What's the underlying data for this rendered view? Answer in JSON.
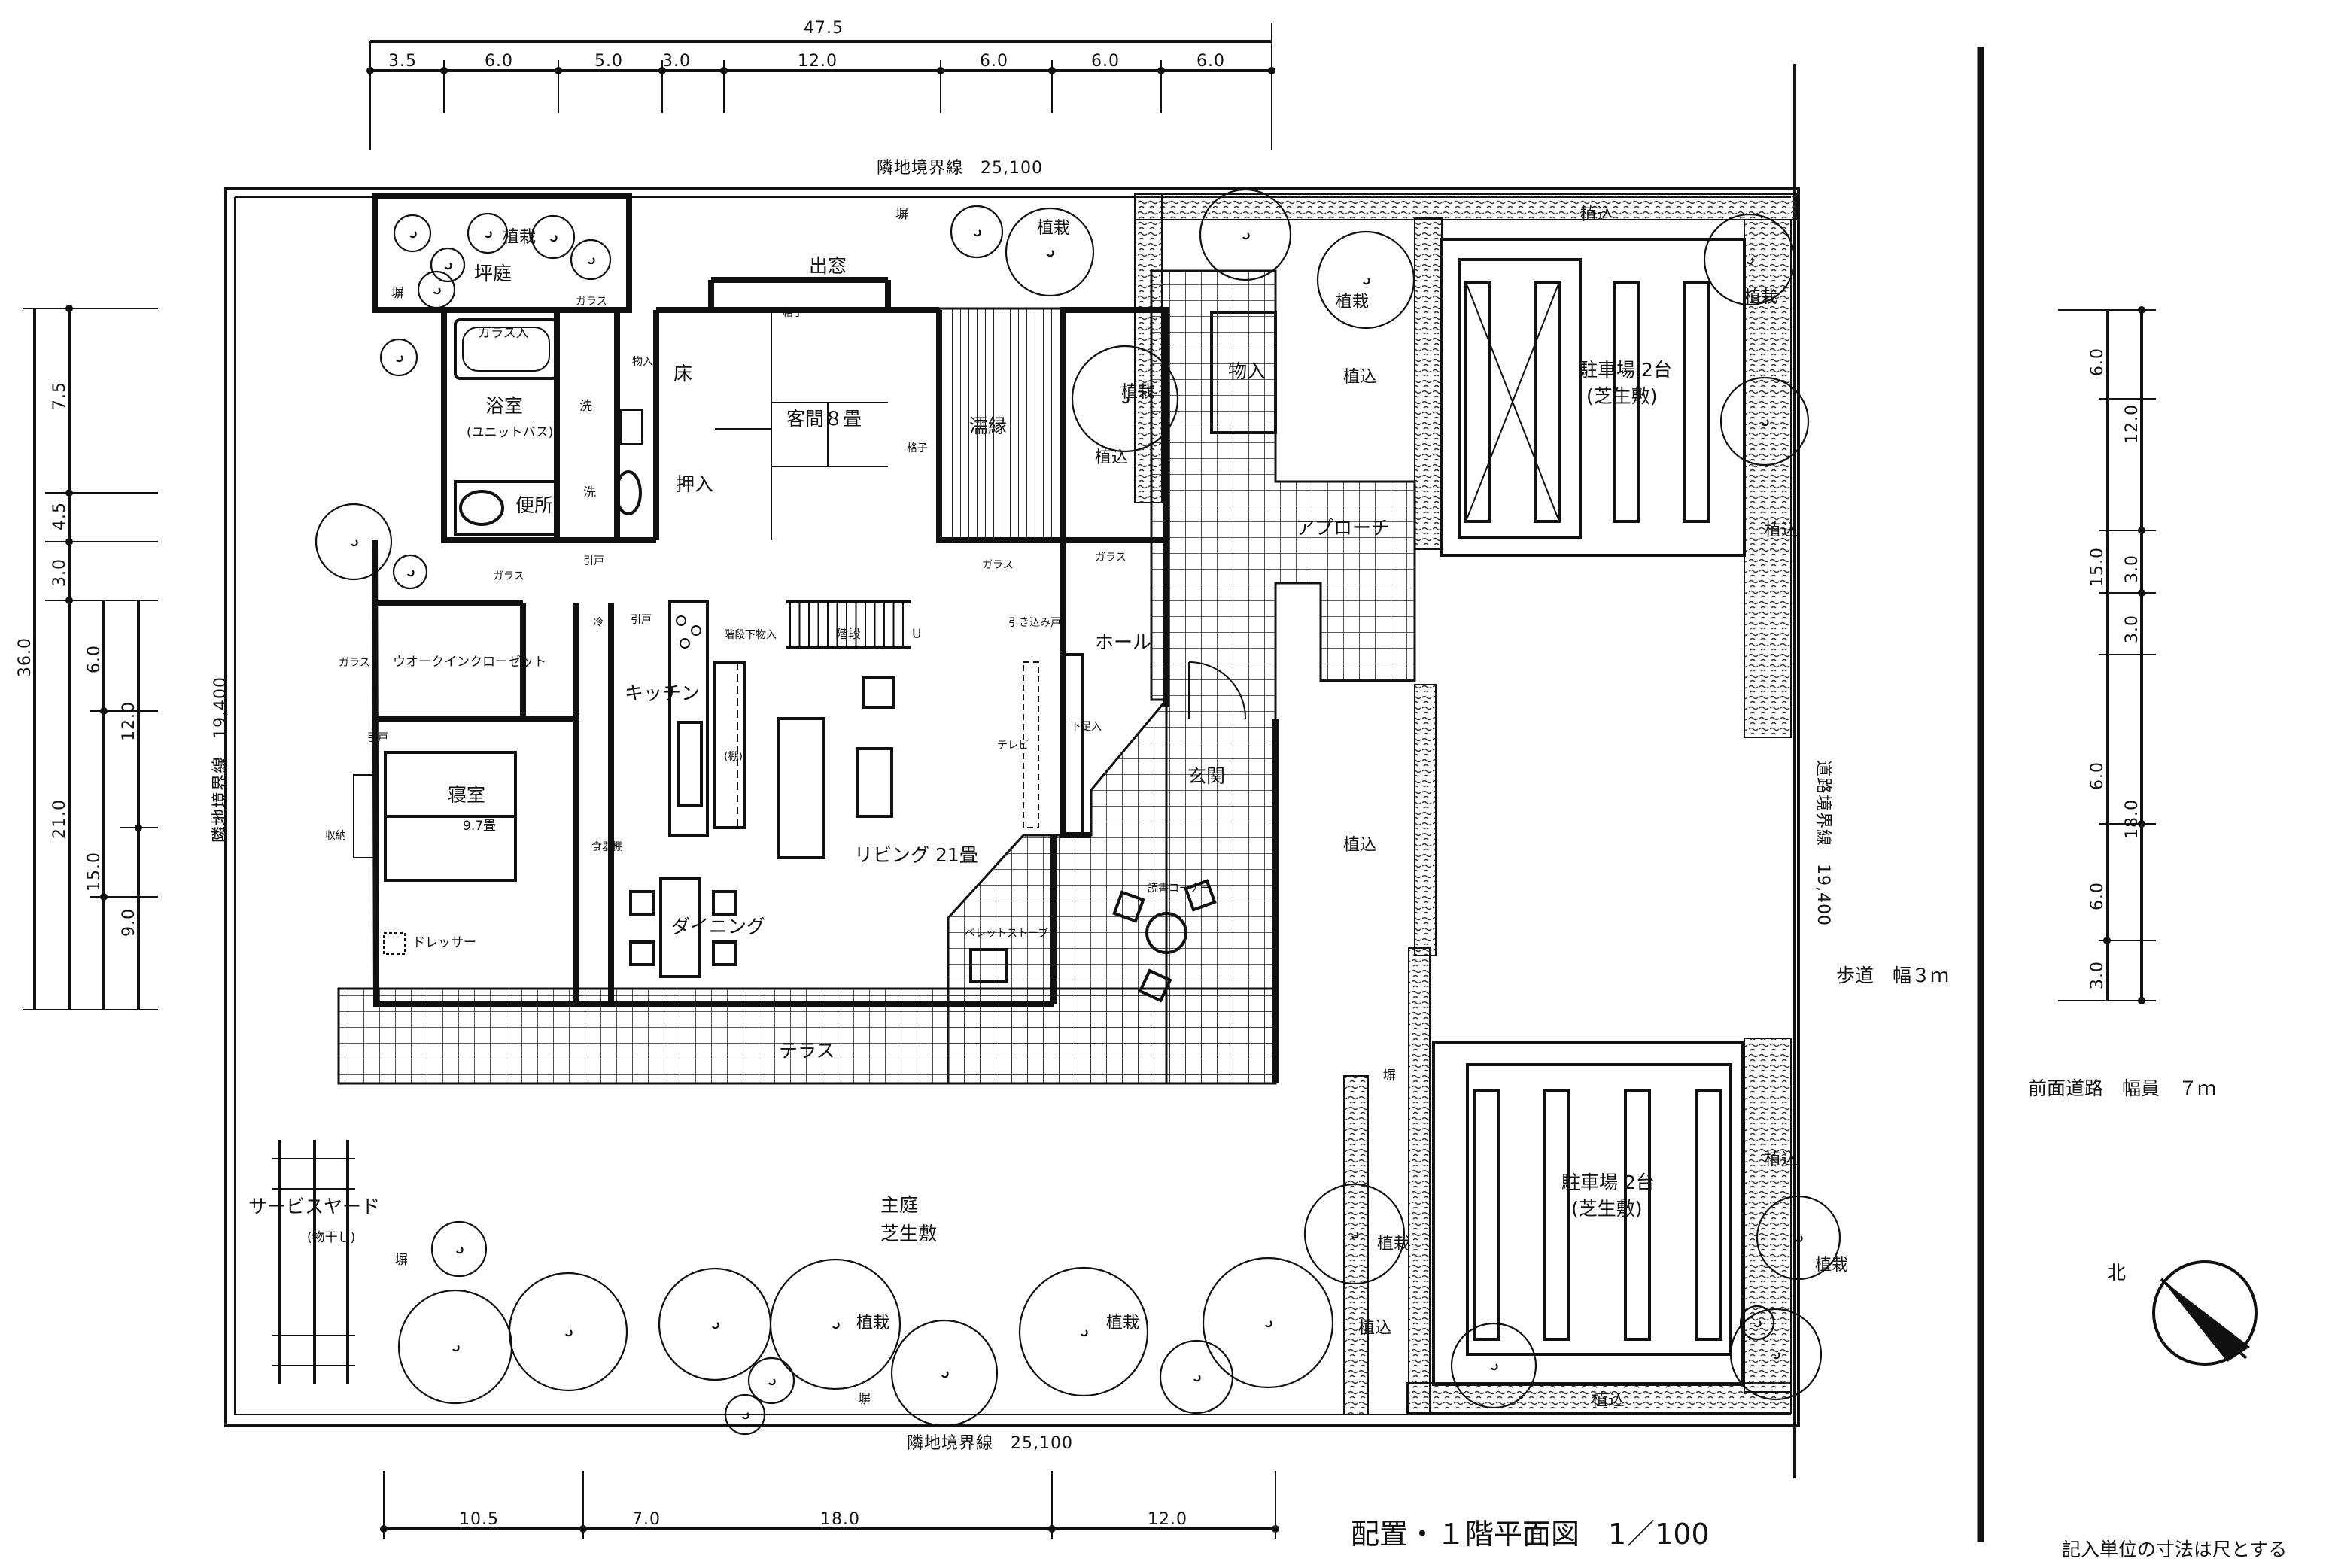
{
  "dimensions": {
    "top_total": "47.5",
    "top": [
      "3.5",
      "6.0",
      "5.0",
      "3.0",
      "12.0",
      "6.0",
      "6.0",
      "6.0"
    ],
    "bottom": [
      "10.5",
      "7.0",
      "18.0",
      "12.0"
    ],
    "left_total": "36.0",
    "left_outer": [
      "7.5",
      "4.5",
      "3.0",
      "21.0"
    ],
    "left_inner": [
      "6.0",
      "12.0",
      "15.0",
      "9.0"
    ],
    "right": [
      "6.0",
      "12.0",
      "15.0",
      "3.0",
      "3.0",
      "6.0",
      "18.0",
      "6.0",
      "3.0"
    ]
  },
  "boundaries": {
    "top": "隣地境界線　25,100",
    "bottom": "隣地境界線　25,100",
    "left": "隣地境界線　19,400",
    "right": "道路境界線　19,400"
  },
  "rooms": {
    "garden_small": "坪庭",
    "bath": "浴室",
    "bath_sub": "(ユニットバス)",
    "glass_tub": "ガラス入",
    "toilet": "便所",
    "guest_room": "客間８畳",
    "tokonoma": "床",
    "closet_oshiire": "押入",
    "bay_window": "出窓",
    "engawa": "濡縁",
    "walkin": "ウオークインクローゼット",
    "kitchen": "キッチン",
    "bedroom": "寝室",
    "bedroom_size": "9.7畳",
    "dresser": "ドレッサー",
    "dining": "ダイニング",
    "living": "リビング 21畳",
    "hall": "ホール",
    "entrance": "玄関",
    "approach": "アプローチ",
    "storage": "物入",
    "terrace": "テラス",
    "main_garden": "主庭",
    "main_garden_sub": "芝生敷",
    "service_yard": "サービスヤード",
    "service_yard_sub": "(物干し)",
    "parking1": "駐車場 2台",
    "parking1_sub": "(芝生敷)",
    "parking2": "駐車場 2台",
    "parking2_sub": "(芝生敷)",
    "sidewalk": "歩道　幅３ｍ",
    "front_road": "前面道路　幅員　７ｍ"
  },
  "small_labels": {
    "glass": "ガラス",
    "sliding_door": "引戸",
    "sliding_in_door": "引き込み戸",
    "lattice": "格子",
    "refrigerator": "冷",
    "stairs": "階段",
    "stair_up": "U",
    "stair_storage": "階段下物入",
    "shoe_box": "下足入",
    "tv": "テレビ",
    "pellet_stove": "ペレットストーブ",
    "reading_corner": "読書コーナー",
    "shelf": "(棚)",
    "sideboard": "食器棚",
    "bed_storage": "収納",
    "fence": "塀",
    "washbasin": "洗",
    "washer": "洗",
    "hidden_closet": "物入"
  },
  "plants": {
    "tree": "植栽",
    "hedge": "植込"
  },
  "title": "配置・１階平面図　1／100",
  "unit_note": "記入単位の寸法は尺とする",
  "north": "北"
}
